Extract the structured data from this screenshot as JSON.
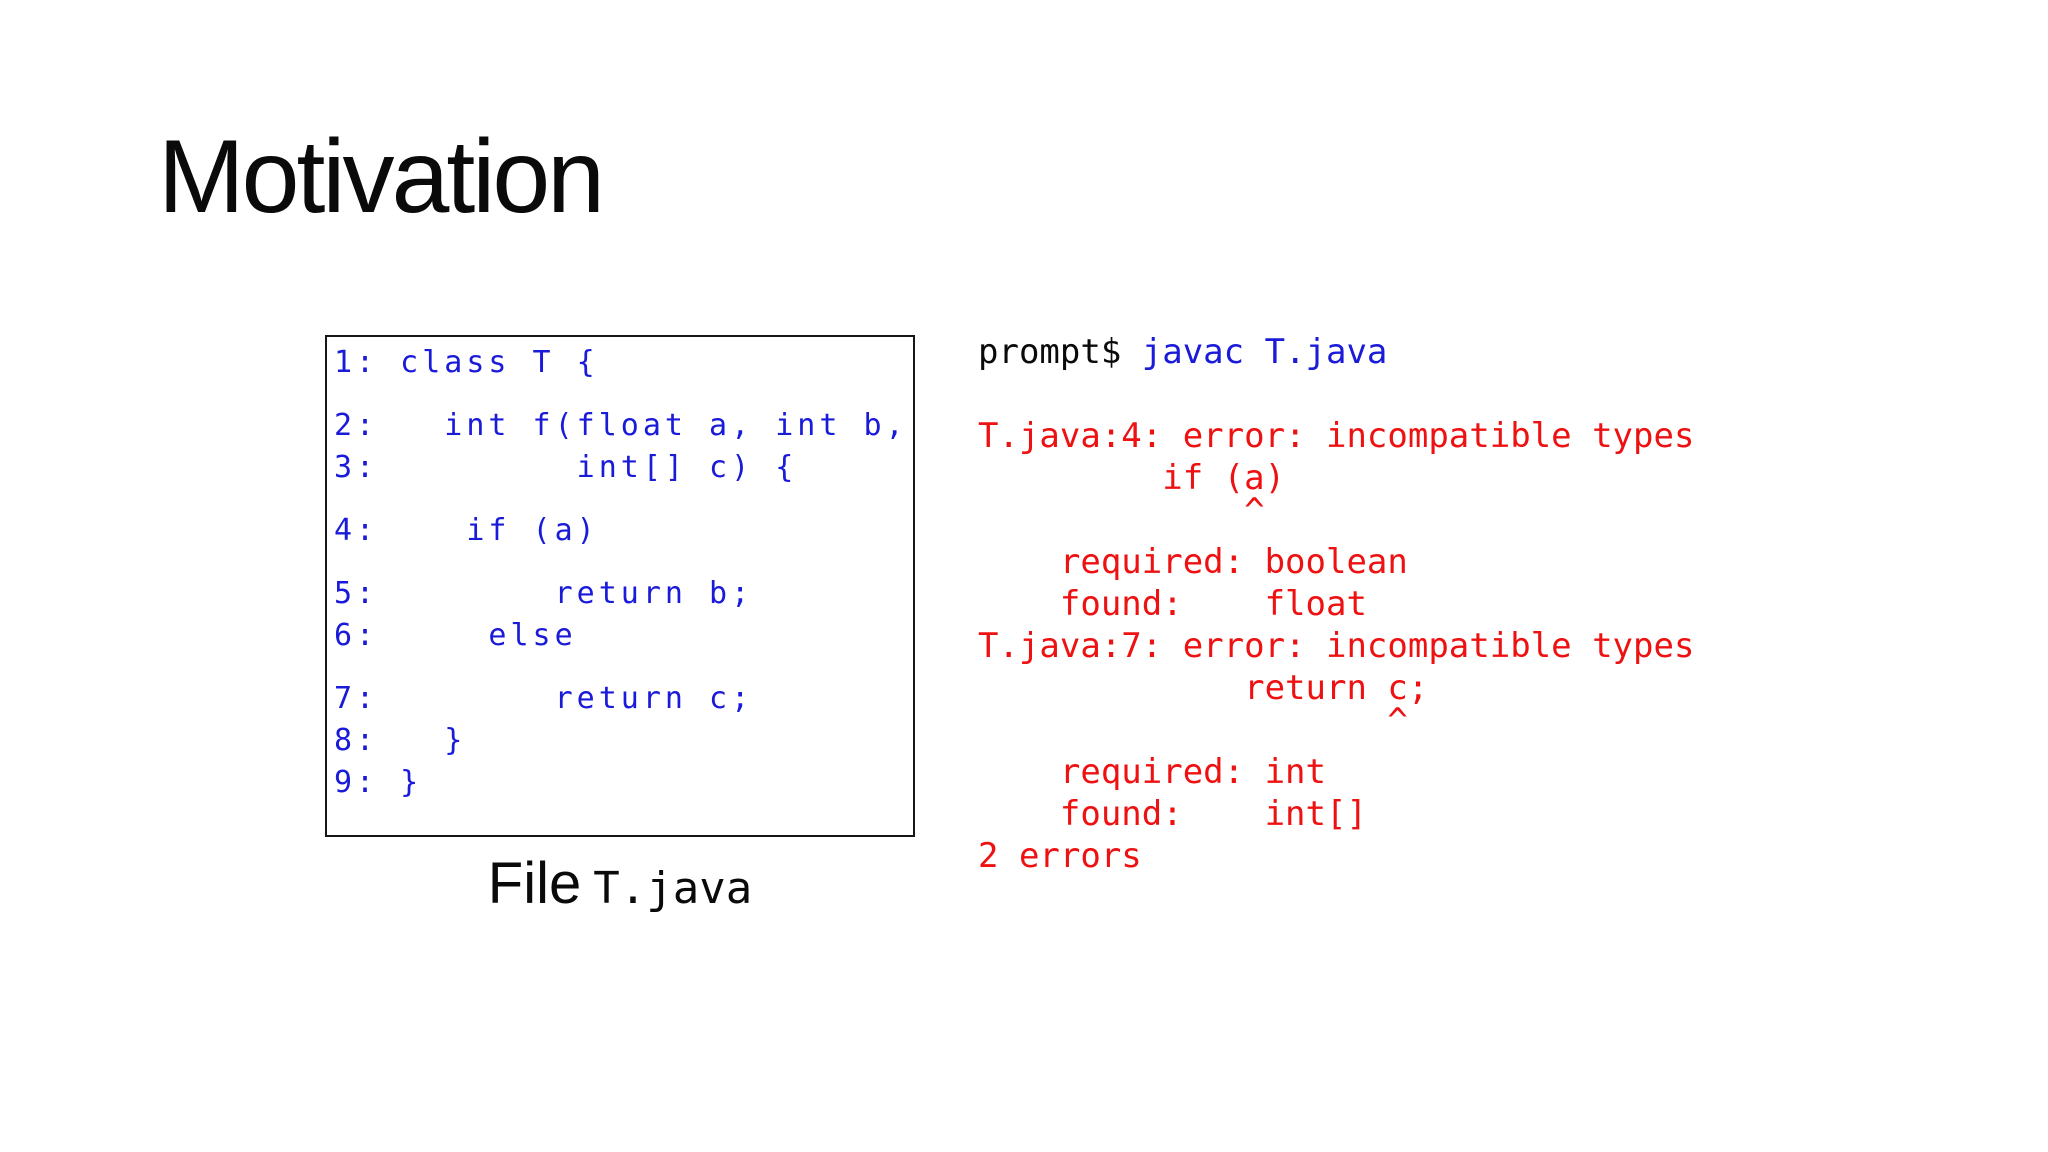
{
  "slide": {
    "title": "Motivation"
  },
  "colors": {
    "blue": "#1a1ad9",
    "red": "#ee1111",
    "ink": "#0a0a0a"
  },
  "code_box": {
    "lines": [
      "1: class T {",
      "2:   int f(float a, int b,",
      "3:         int[] c) {",
      "4:    if (a)",
      "5:        return b;",
      "6:     else",
      "7:        return c;",
      "8:   }",
      "9: }"
    ],
    "caption_prefix": "File",
    "caption_filename": "T.java"
  },
  "terminal": {
    "prompt_label": "prompt$ ",
    "command": "javac T.java",
    "output_lines": [
      " ",
      "T.java:4: error: incompatible types",
      "         if (a)",
      "             ^",
      "    required: boolean",
      "    found:    float",
      "T.java:7: error: incompatible types",
      "             return c;",
      "                    ^",
      "    required: int",
      "    found:    int[]",
      "2 errors"
    ]
  }
}
